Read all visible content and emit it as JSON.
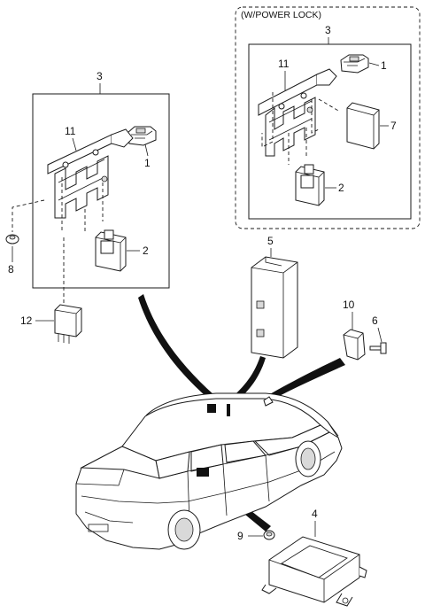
{
  "option_title": "(W/POWER LOCK)",
  "labels": {
    "p1_left": "1",
    "p2_left": "2",
    "p3_left": "3",
    "p8": "8",
    "p11_left": "11",
    "p12": "12",
    "p1_right": "1",
    "p2_right": "2",
    "p3_right": "3",
    "p7": "7",
    "p11_right": "11",
    "p5": "5",
    "p10": "10",
    "p6": "6",
    "p4": "4",
    "p9": "9"
  }
}
